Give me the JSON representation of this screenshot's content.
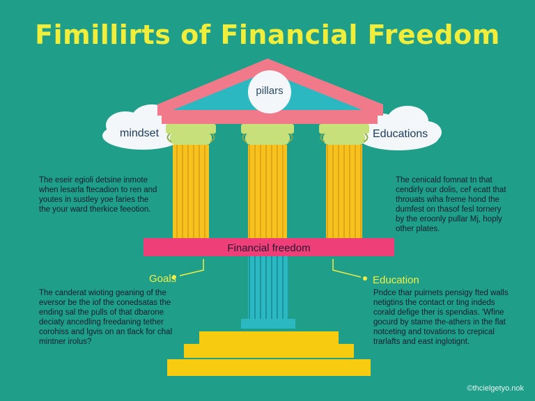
{
  "title": "Fimillirts of Financial Freedom",
  "pediment_label": "pillars",
  "clouds": {
    "left": "mindset",
    "right": "Educations"
  },
  "band_label": "Financial freedom",
  "labels": {
    "goals": "Goals",
    "education": "Education"
  },
  "paragraphs": {
    "top_left": [
      "The eseir egioli detsine inmote",
      "when lesarla ftecadion to ren and",
      "youtes in sustley yoe faries the",
      "the your ward therkice feeotion."
    ],
    "top_right": [
      "The cenicald fomnat tn that",
      "cendirly our dolis, cef ecatt that",
      "throuats wiha freme hond the",
      "dumfest on thasof fesl tornery",
      "by the eroonly pullar Mj, hoply",
      "other plates."
    ],
    "bottom_left": [
      "The canderat wioting geaning of the",
      "eversor be the iof the conedsatas the",
      "ending sal the pulls of that dbarone",
      "deciaty ancedling freedaning tether",
      "corohiss and lgvis on an tlack for chal",
      "mintner irolus?"
    ],
    "bottom_right": [
      "Pndce thar puirnets pensigy fted walls",
      "netigtins the contact or ting indeds",
      "corald defige ther is spendias. 'Wfine",
      "gocurd by stame the-athers in the flat",
      "notceting and tovations to crepical",
      "trarlafts and east inglotignt."
    ]
  },
  "watermark": "©thcielgetyo.nok",
  "colors": {
    "background": "#1f9e8a",
    "title": "#f0ee3a",
    "roof": "#f07a8a",
    "pediment": "#2cb8c0",
    "capital": "#c8e07a",
    "column": "#f6c21e",
    "band": "#ef3f79",
    "base_column": "#2cb8c0",
    "steps": "#f7cc10"
  }
}
